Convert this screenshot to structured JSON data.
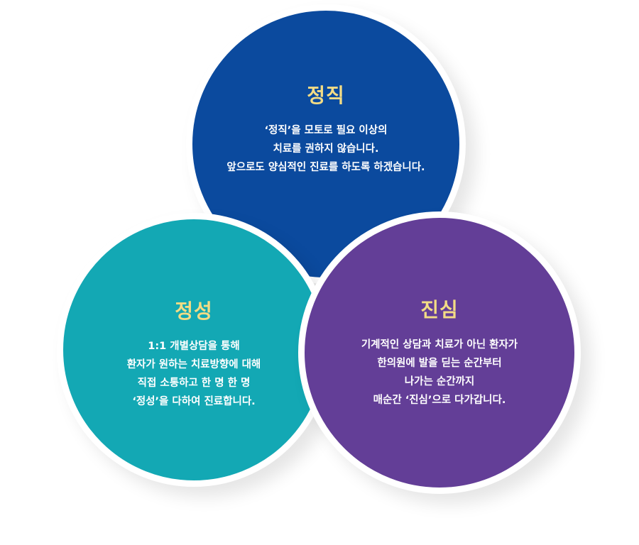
{
  "colors": {
    "top_bg": "#0B4A9E",
    "left_bg": "#13A8B4",
    "right_bg": "#633E97",
    "title": "#F3DC85",
    "text": "#FFFFFF"
  },
  "circles": {
    "top": {
      "title": "정직",
      "lines": [
        "‘정직’을 모토로  필요 이상의",
        "치료를 권하지 않습니다.",
        "앞으로도 양심적인 진료를 하도록 하겠습니다."
      ]
    },
    "left": {
      "title": "정성",
      "lines": [
        "1:1 개별상담을 통해",
        "환자가 원하는 치료방향에 대해",
        "직접 소통하고 한 명 한 명",
        "‘정성’을 다하여 진료합니다."
      ]
    },
    "right": {
      "title": "진심",
      "lines": [
        "기계적인 상담과 치료가 아닌 환자가",
        "한의원에 발을 딛는 순간부터",
        "나가는 순간까지",
        "매순간 ‘진심’으로 다가갑니다."
      ]
    }
  }
}
